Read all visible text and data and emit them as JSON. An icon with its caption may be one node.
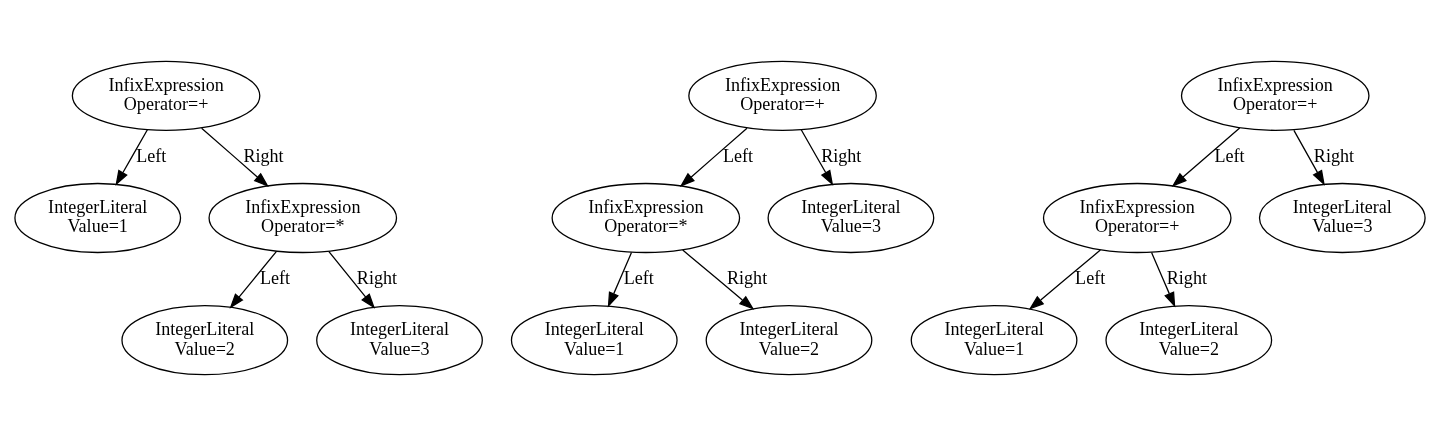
{
  "diagram": {
    "nodes": [
      {
        "text": [
          "InfixExpression",
          "Operator=+"
        ]
      },
      {
        "text": [
          "IntegerLiteral",
          "Value=1"
        ]
      },
      {
        "text": [
          "InfixExpression",
          "Operator=*"
        ]
      },
      {
        "text": [
          "IntegerLiteral",
          "Value=2"
        ]
      },
      {
        "text": [
          "IntegerLiteral",
          "Value=3"
        ]
      },
      {
        "text": [
          "InfixExpression",
          "Operator=+"
        ]
      },
      {
        "text": [
          "InfixExpression",
          "Operator=*"
        ]
      },
      {
        "text": [
          "IntegerLiteral",
          "Value=3"
        ]
      },
      {
        "text": [
          "IntegerLiteral",
          "Value=1"
        ]
      },
      {
        "text": [
          "IntegerLiteral",
          "Value=2"
        ]
      },
      {
        "text": [
          "InfixExpression",
          "Operator=+"
        ]
      },
      {
        "text": [
          "InfixExpression",
          "Operator=+"
        ]
      },
      {
        "text": [
          "IntegerLiteral",
          "Value=3"
        ]
      },
      {
        "text": [
          "IntegerLiteral",
          "Value=1"
        ]
      },
      {
        "text": [
          "IntegerLiteral",
          "Value=2"
        ]
      }
    ],
    "edges": [
      {
        "from": 0,
        "to": 1,
        "arrow": "to",
        "label": "Left"
      },
      {
        "from": 0,
        "to": 2,
        "arrow": "to",
        "label": "Right"
      },
      {
        "from": 2,
        "to": 3,
        "arrow": "to",
        "label": "Left"
      },
      {
        "from": 2,
        "to": 4,
        "arrow": "to",
        "label": "Right"
      },
      {
        "from": 5,
        "to": 6,
        "arrow": "to",
        "label": "Left"
      },
      {
        "from": 5,
        "to": 7,
        "arrow": "to",
        "label": "Right"
      },
      {
        "from": 6,
        "to": 8,
        "arrow": "to",
        "label": "Left"
      },
      {
        "from": 6,
        "to": 9,
        "arrow": "to",
        "label": "Right"
      },
      {
        "from": 10,
        "to": 11,
        "arrow": "to",
        "label": "Left"
      },
      {
        "from": 10,
        "to": 12,
        "arrow": "to",
        "label": "Right"
      },
      {
        "from": 11,
        "to": 13,
        "arrow": "to",
        "label": "Left"
      },
      {
        "from": 11,
        "to": 14,
        "arrow": "to",
        "label": "Right"
      }
    ]
  }
}
